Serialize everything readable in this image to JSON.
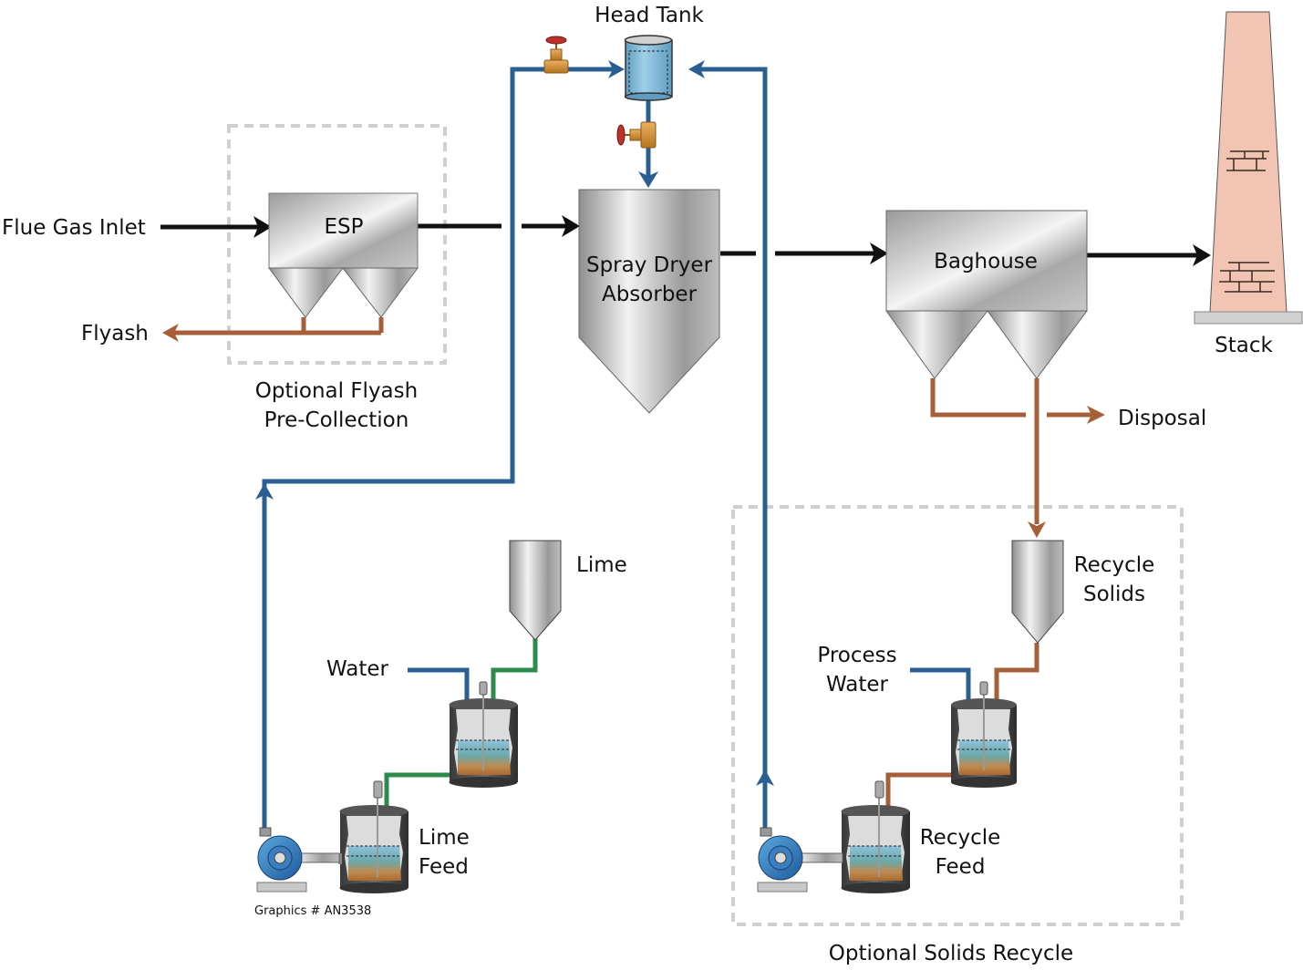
{
  "title": "Spray Dryer Absorber FGD Process Flow",
  "colors": {
    "gas_line": "#111111",
    "water_line": "#2a5f94",
    "lime_line": "#2e8b4e",
    "solids_line": "#a65f38",
    "dashed_box": "#c9c9c9",
    "stack_fill": "#f2c4b4",
    "tank_water": "#7fb7d6"
  },
  "labels": {
    "head_tank": "Head Tank",
    "flue_gas_inlet": "Flue Gas Inlet",
    "esp": "ESP",
    "flyash": "Flyash",
    "optional_flyash_line1": "Optional Flyash",
    "optional_flyash_line2": "Pre-Collection",
    "spray_dryer_line1": "Spray Dryer",
    "spray_dryer_line2": "Absorber",
    "baghouse": "Baghouse",
    "stack": "Stack",
    "disposal": "Disposal",
    "lime": "Lime",
    "water": "Water",
    "lime_feed_line1": "Lime",
    "lime_feed_line2": "Feed",
    "recycle_solids_line1": "Recycle",
    "recycle_solids_line2": "Solids",
    "process_water_line1": "Process",
    "process_water_line2": "Water",
    "recycle_feed_line1": "Recycle",
    "recycle_feed_line2": "Feed",
    "optional_solids_recycle": "Optional Solids Recycle",
    "graphics_id": "Graphics # AN3538"
  }
}
